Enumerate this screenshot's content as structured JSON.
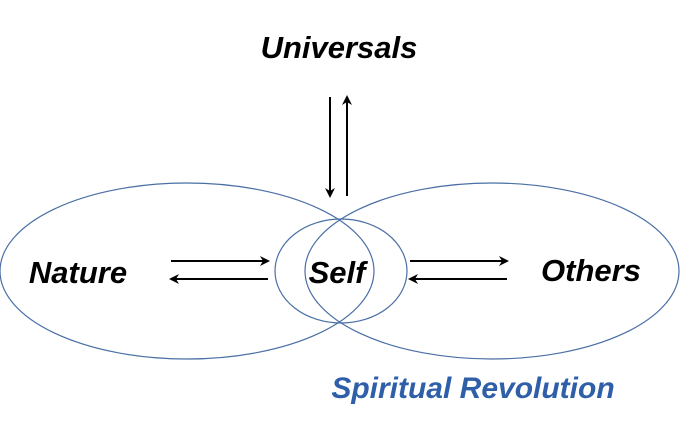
{
  "labels": {
    "universals": "Universals",
    "nature": "Nature",
    "self": "Self",
    "others": "Others",
    "spiritual_revolution": "Spiritual Revolution"
  },
  "colors": {
    "text": "#000000",
    "accent": "#2e5fa8",
    "ellipse_stroke": "#4a6fa5",
    "arrow": "#000000"
  }
}
